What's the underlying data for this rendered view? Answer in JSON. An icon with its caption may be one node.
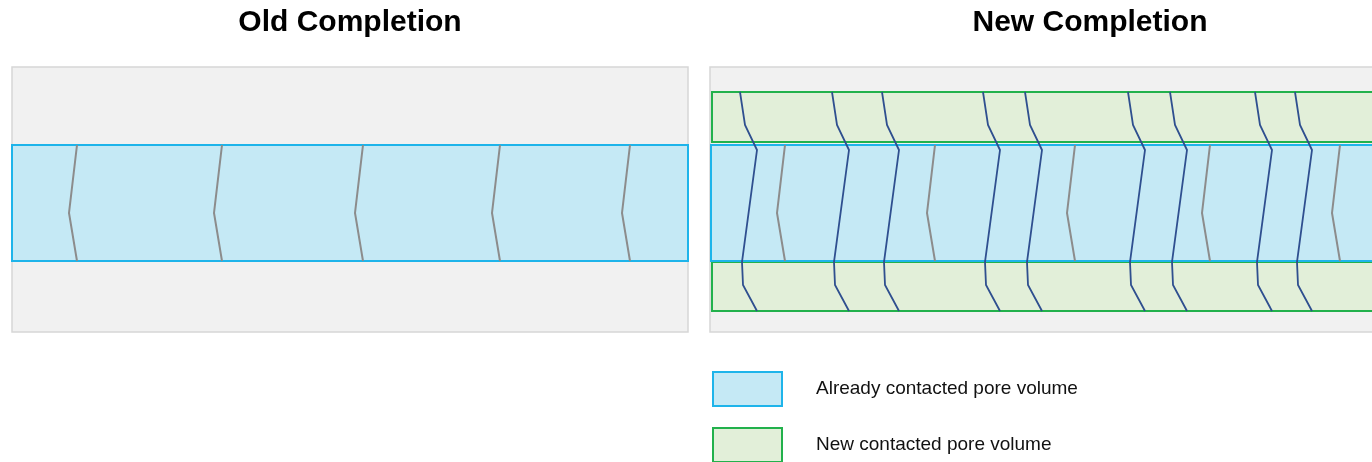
{
  "diagram": {
    "labels": [
      "Old Completion",
      "New Completion"
    ],
    "legend": [
      {
        "text": "Already contacted pore volume",
        "color": "#c5e9f5"
      },
      {
        "text": "New contacted pore volume",
        "color": "#e2efd9"
      }
    ]
  }
}
